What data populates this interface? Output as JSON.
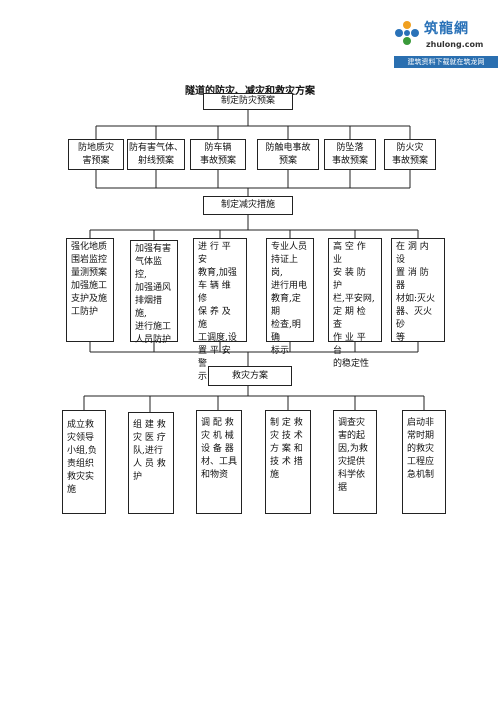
{
  "watermark": {
    "name": "筑龍網",
    "domain": "zhulong.com",
    "slogan": "建筑资料下载就在筑龙网"
  },
  "title": "隧道的防灾、减灾和救灾方案",
  "level1": {
    "root": "制定防灾预案",
    "items": [
      "防地质灾\n害预案",
      "防有害气体、\n射线预案",
      "防车辆\n事故预案",
      "防触电事故\n预案",
      "防坠落\n事故预案",
      "防火灾\n事故预案"
    ]
  },
  "level2": {
    "root": "制定减灾措施",
    "items": [
      "强化地质\n围岩监控\n量测预案\n加强施工\n支护及施\n工防护",
      "加强有害\n气体监控,\n加强通风\n排烟措施,\n进行施工\n人员防护",
      "进 行 平 安\n教育,加强\n车 辆 维 修\n保 养 及 施\n工调度,设\n置 平 安 警\n示",
      "专业人员\n持证上岗,\n进行用电\n教育,定期\n检查,明确\n标示",
      "高 空 作 业\n安 装 防 护\n栏,平安网,\n定 期 检 查\n作 业 平 台\n的稳定性",
      "在 洞 内 设\n置 消 防 器\n材如:灭火\n器、灭火砂\n等"
    ]
  },
  "level3": {
    "root": "救灾方案",
    "items": [
      "成立救\n灾领导\n小组,负\n责组织\n救灾实\n施",
      "组 建 救\n灾 医 疗\n队,进行\n人 员 救\n护",
      "调 配 救\n灾 机 械\n设 备 器\n材、工具\n和物资",
      "制 定 救\n灾 技 术\n方 案 和\n技 术 措\n施",
      "调查灾\n害的起\n因,为救\n灾提供\n科学依\n据",
      "启动非\n常时期\n的救灾\n工程应\n急机制"
    ]
  }
}
